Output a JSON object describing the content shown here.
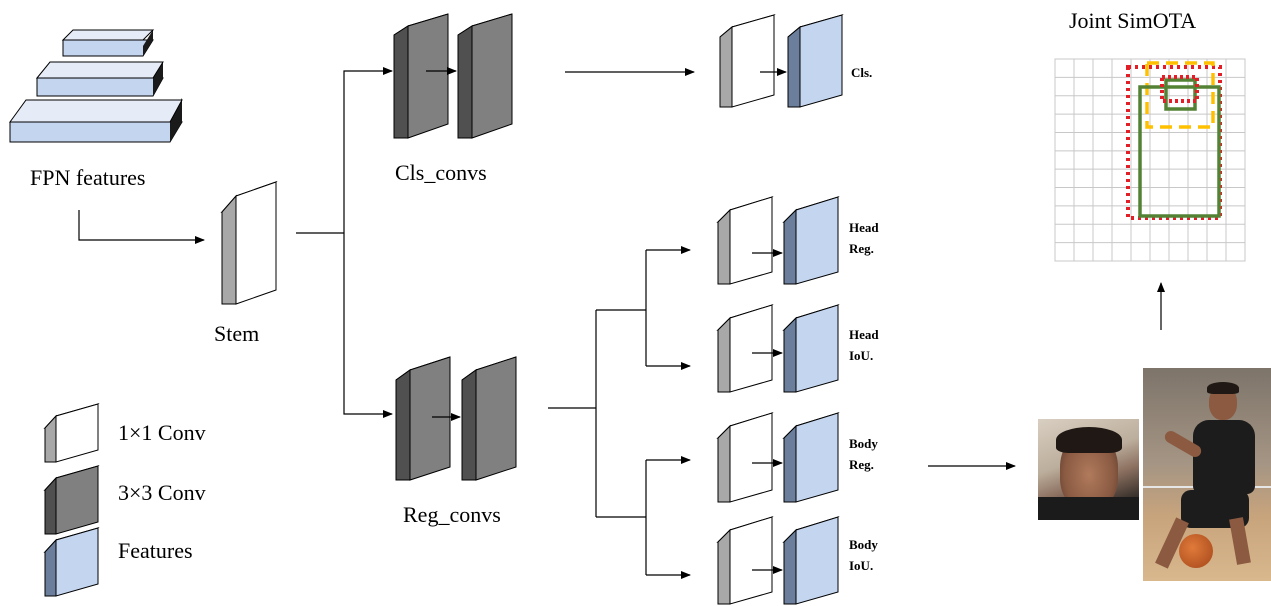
{
  "labels": {
    "fpn_features": "FPN features",
    "stem": "Stem",
    "cls_convs": "Cls_convs",
    "reg_convs": "Reg_convs",
    "joint_simota": "Joint SimOTA"
  },
  "outputs": {
    "cls": "Cls.",
    "head_reg_1": "Head",
    "head_reg_2": "Reg.",
    "head_iou_1": "Head",
    "head_iou_2": "IoU.",
    "body_reg_1": "Body",
    "body_reg_2": "Reg.",
    "body_iou_1": "Body",
    "body_iou_2": "IoU."
  },
  "legend": {
    "conv1x1": "1×1 Conv",
    "conv3x3": "3×3 Conv",
    "features": "Features"
  },
  "colors": {
    "feature_face": "#c4d5ef",
    "feature_side": "#6b7f9c",
    "conv1_face": "#ffffff",
    "conv1_side": "#a8a8a8",
    "conv3_face": "#808080",
    "conv3_side": "#505050",
    "box_red": "#e41e26",
    "box_green": "#548235",
    "box_yellow": "#ffc000",
    "grid": "#c8c8c8"
  }
}
